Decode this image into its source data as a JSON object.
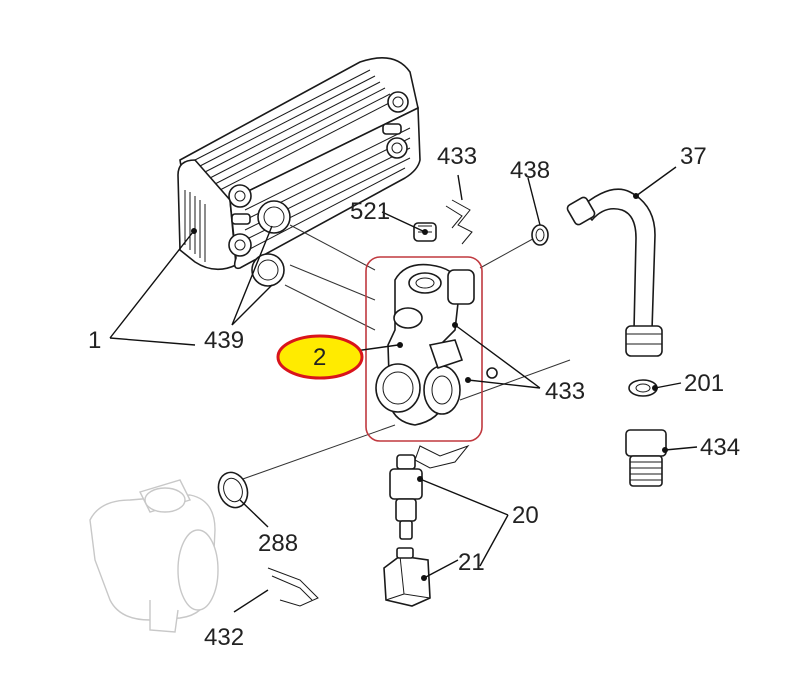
{
  "labels": {
    "p1": "1",
    "p439": "439",
    "p2": "2",
    "p521": "521",
    "p433_top": "433",
    "p433_side": "433",
    "p438": "438",
    "p37": "37",
    "p201": "201",
    "p434": "434",
    "p20": "20",
    "p21": "21",
    "p288": "288",
    "p432": "432"
  },
  "colors": {
    "highlight_fill": "#ffeb00",
    "highlight_ring": "#d9141b",
    "selection_box": "#c0393f",
    "ink": "#1a1a1a"
  }
}
